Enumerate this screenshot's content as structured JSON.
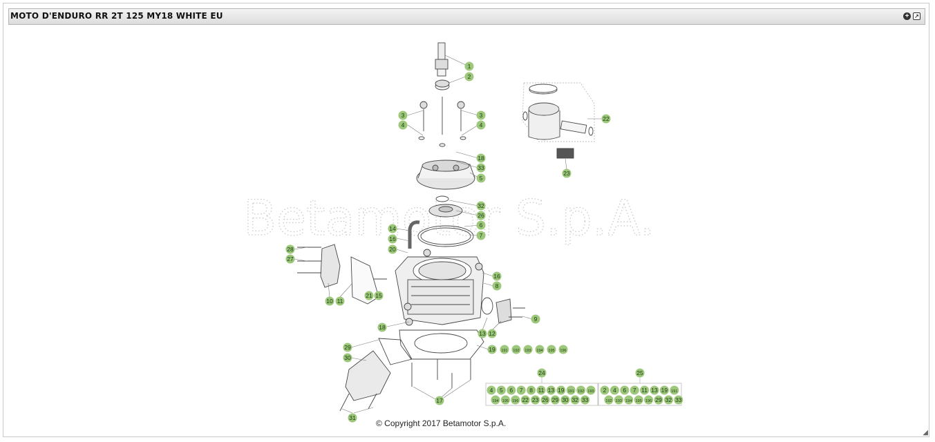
{
  "window": {
    "title": "MOTO D'ENDURO RR 2T 125 MY18 WHITE EU",
    "icons": [
      "plus-circle-icon",
      "popout-icon"
    ]
  },
  "diagram": {
    "watermark": "Betamotor S.p.A.",
    "copyright": "© Copyright 2017 Betamotor S.p.A.",
    "callouts": [
      "1",
      "2",
      "3",
      "3",
      "4",
      "4",
      "18",
      "33",
      "5",
      "22",
      "23",
      "32",
      "26",
      "6",
      "7",
      "14",
      "16",
      "20",
      "28",
      "27",
      "16",
      "8",
      "10",
      "11",
      "21",
      "15",
      "9",
      "13",
      "12",
      "18",
      "29",
      "30",
      "19",
      "191",
      "192",
      "193",
      "194",
      "195",
      "196",
      "24",
      "25",
      "17",
      "31"
    ],
    "kit24": {
      "label": "24",
      "row1": [
        "4",
        "5",
        "6",
        "7",
        "8",
        "11",
        "13",
        "19",
        "191",
        "192",
        "193"
      ],
      "row2": [
        "194",
        "195",
        "196",
        "22",
        "23",
        "26",
        "29",
        "30",
        "32",
        "33"
      ]
    },
    "kit25": {
      "label": "25",
      "row1": [
        "2",
        "4",
        "6",
        "7",
        "11",
        "13",
        "19",
        "191"
      ],
      "row2": [
        "192",
        "193",
        "194",
        "195",
        "196",
        "29",
        "32",
        "33"
      ]
    }
  },
  "colors": {
    "callout_fill": "#9dc77a",
    "callout_text": "#1a3a10",
    "line": "#444444",
    "watermark": "#c9c9c9"
  }
}
